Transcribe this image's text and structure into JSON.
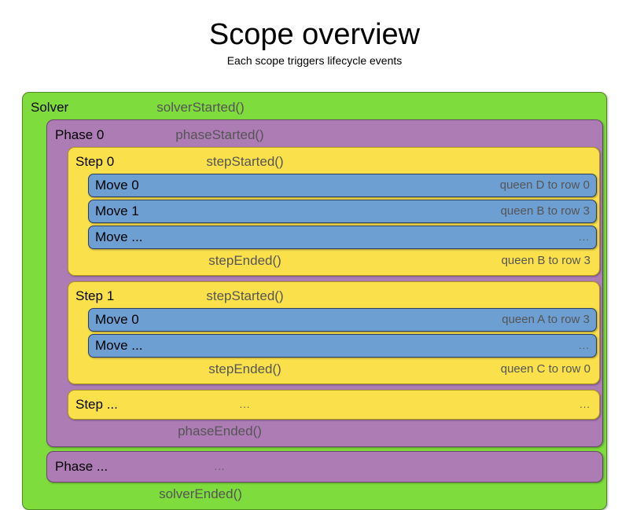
{
  "header": {
    "title": "Scope overview",
    "subtitle": "Each scope triggers lifecycle events"
  },
  "colors": {
    "solver": "#7EDC3C",
    "phase": "#AD7CB5",
    "step": "#FAE14C",
    "move": "#6E9FD3",
    "event_text": "#555555",
    "label_text": "#000000",
    "background": "#FFFFFF"
  },
  "solver": {
    "label": "Solver",
    "started_event": "solverStarted()",
    "ended_event": "solverEnded()",
    "phases": [
      {
        "label": "Phase 0",
        "started_event": "phaseStarted()",
        "ended_event": "phaseEnded()",
        "steps": [
          {
            "label": "Step 0",
            "started_event": "stepStarted()",
            "ended_event": "stepEnded()",
            "ended_detail": "queen B to row 3",
            "moves": [
              {
                "label": "Move 0",
                "detail": "queen D to row 0"
              },
              {
                "label": "Move 1",
                "detail": "queen B to row 3"
              },
              {
                "label": "Move ...",
                "detail": "..."
              }
            ]
          },
          {
            "label": "Step 1",
            "started_event": "stepStarted()",
            "ended_event": "stepEnded()",
            "ended_detail": "queen C to row 0",
            "moves": [
              {
                "label": "Move 0",
                "detail": "queen A to row 3"
              },
              {
                "label": "Move ...",
                "detail": "..."
              }
            ]
          }
        ],
        "step_ellipsis": {
          "label": "Step ...",
          "center": "...",
          "detail": "..."
        }
      }
    ],
    "phase_ellipsis": {
      "label": "Phase ...",
      "center": "..."
    }
  }
}
